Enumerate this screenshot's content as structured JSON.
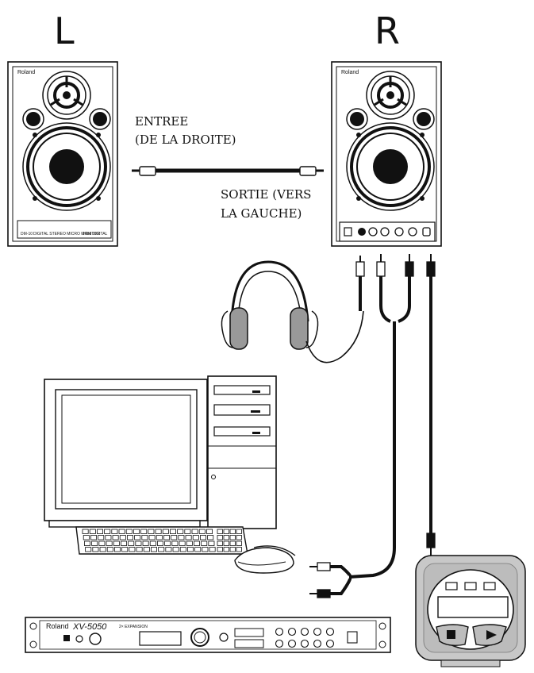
{
  "labels": {
    "left_channel": "L",
    "right_channel": "R",
    "input_line1": "ENTREE",
    "input_line2": "(DE LA DROITE)",
    "output_line1": "SORTIE (VERS",
    "output_line2": "LA GAUCHE)"
  },
  "speaker_left": {
    "brand": "Roland",
    "model": "DM-10",
    "model_desc": "DIGITAL STEREO MICRO MONITOR",
    "badge": "24bit DIGITAL"
  },
  "speaker_right": {
    "brand": "Roland"
  },
  "sound_module": {
    "brand": "Roland",
    "model": "XV-5050",
    "expansion": "2× EXPANSION"
  }
}
